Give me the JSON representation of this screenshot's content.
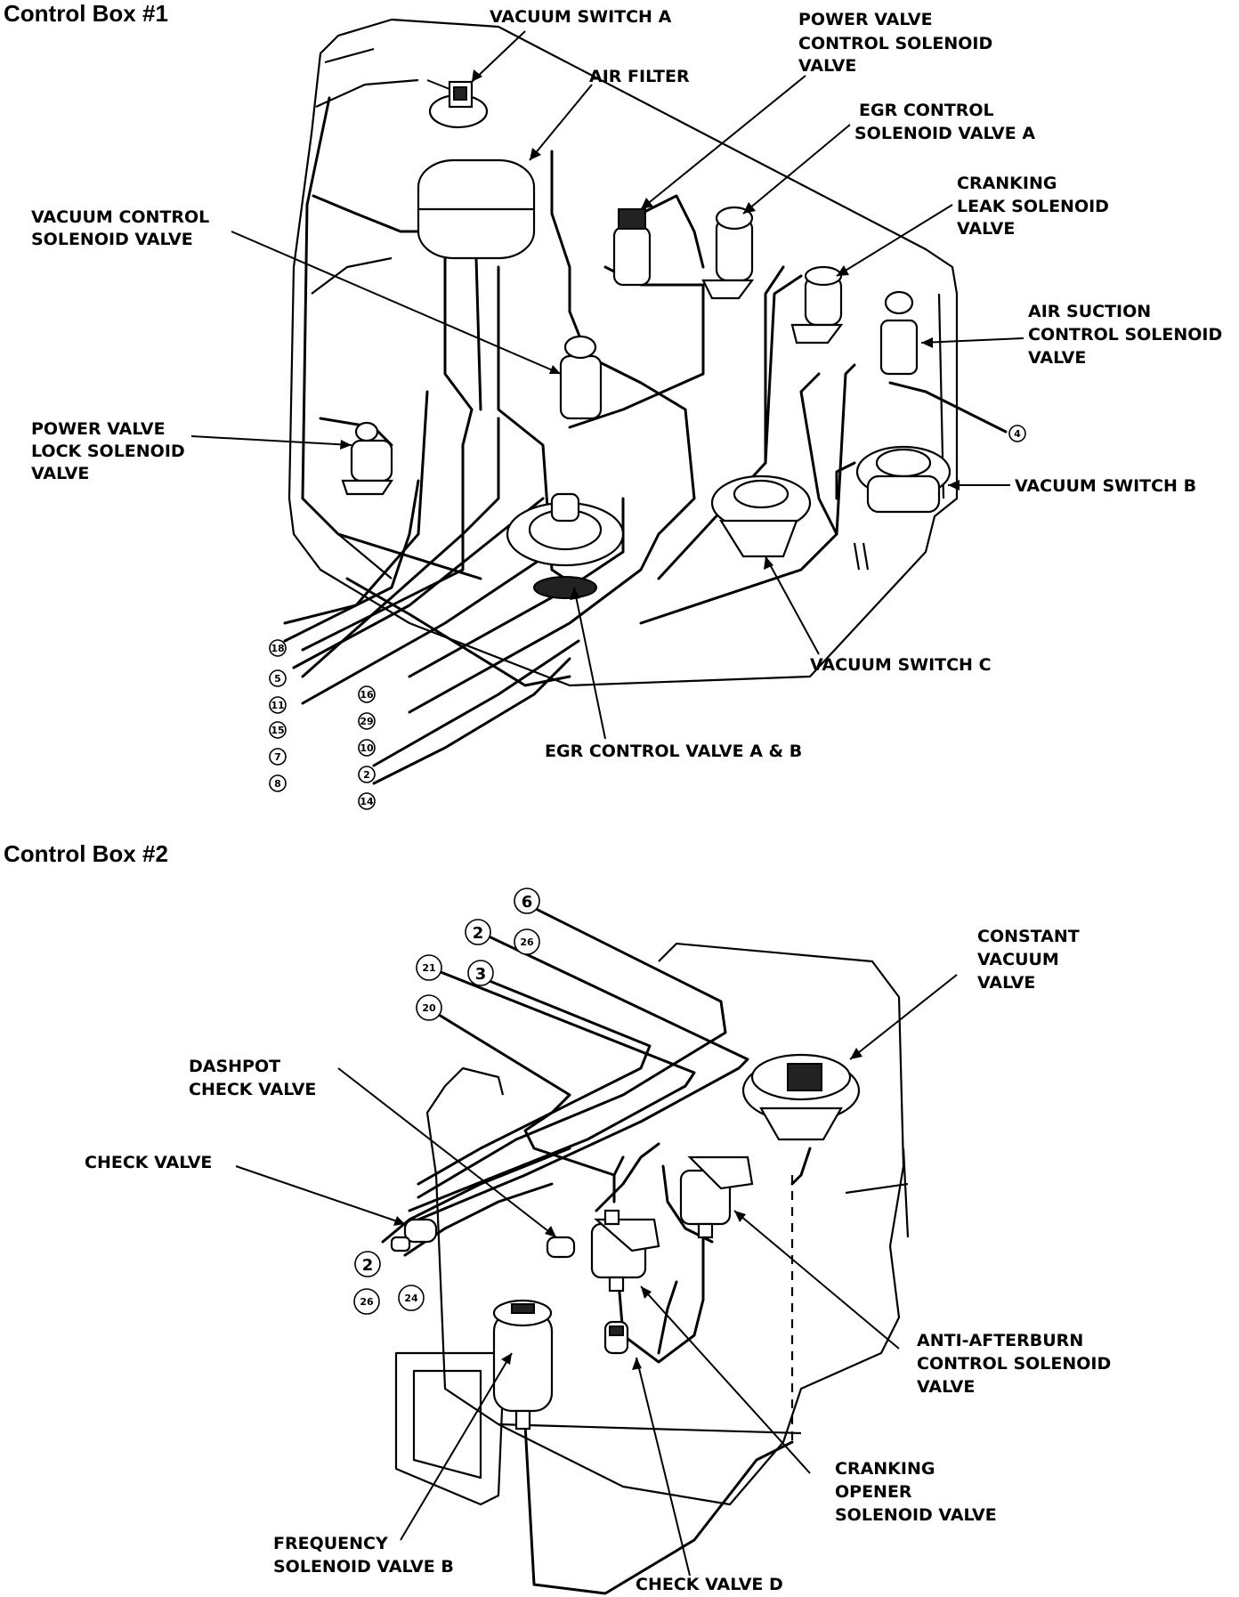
{
  "box1": {
    "title": "Control Box #1",
    "labels": {
      "vacuum_switch_a": "VACUUM SWITCH A",
      "air_filter": "AIR FILTER",
      "power_valve_control": [
        "POWER VALVE",
        "CONTROL SOLENOID",
        "VALVE"
      ],
      "egr_control_a": [
        "EGR CONTROL",
        "SOLENOID VALVE A"
      ],
      "cranking_leak": [
        "CRANKING",
        "LEAK   SOLENOID",
        "VALVE"
      ],
      "vacuum_control": [
        "VACUUM CONTROL",
        "SOLENOID VALVE"
      ],
      "air_suction": [
        "AIR SUCTION",
        "CONTROL SOLENOID",
        "VALVE"
      ],
      "power_valve_lock": [
        "POWER VALVE",
        "LOCK SOLENOID",
        "VALVE"
      ],
      "vacuum_switch_b": "VACUUM SWITCH B",
      "vacuum_switch_c": "VACUUM SWITCH C",
      "egr_control_valve": "EGR CONTROL VALVE A & B"
    },
    "hose_numbers_left": [
      "18",
      "5",
      "11",
      "15",
      "7",
      "8"
    ],
    "hose_numbers_mid": [
      "16",
      "29",
      "10",
      "2",
      "14"
    ],
    "hose_number_right": "4"
  },
  "box2": {
    "title": "Control Box #2",
    "labels": {
      "constant_vacuum": [
        "CONSTANT",
        "VACUUM",
        "VALVE"
      ],
      "dashpot_check": [
        "DASHPOT",
        "CHECK VALVE"
      ],
      "check_valve": "CHECK VALVE",
      "anti_afterburn": [
        "ANTI-AFTERBURN",
        "CONTROL SOLENOID",
        "VALVE"
      ],
      "cranking_opener": [
        "CRANKING",
        "OPENER",
        "SOLENOID VALVE"
      ],
      "frequency_b": [
        "FREQUENCY",
        "SOLENOID VALVE B"
      ],
      "check_valve_d": "CHECK VALVE D"
    },
    "hose_numbers_top": [
      "6",
      "2",
      "26",
      "21",
      "3",
      "20"
    ],
    "hose_numbers_bottom": [
      "2",
      "26",
      "24"
    ]
  }
}
